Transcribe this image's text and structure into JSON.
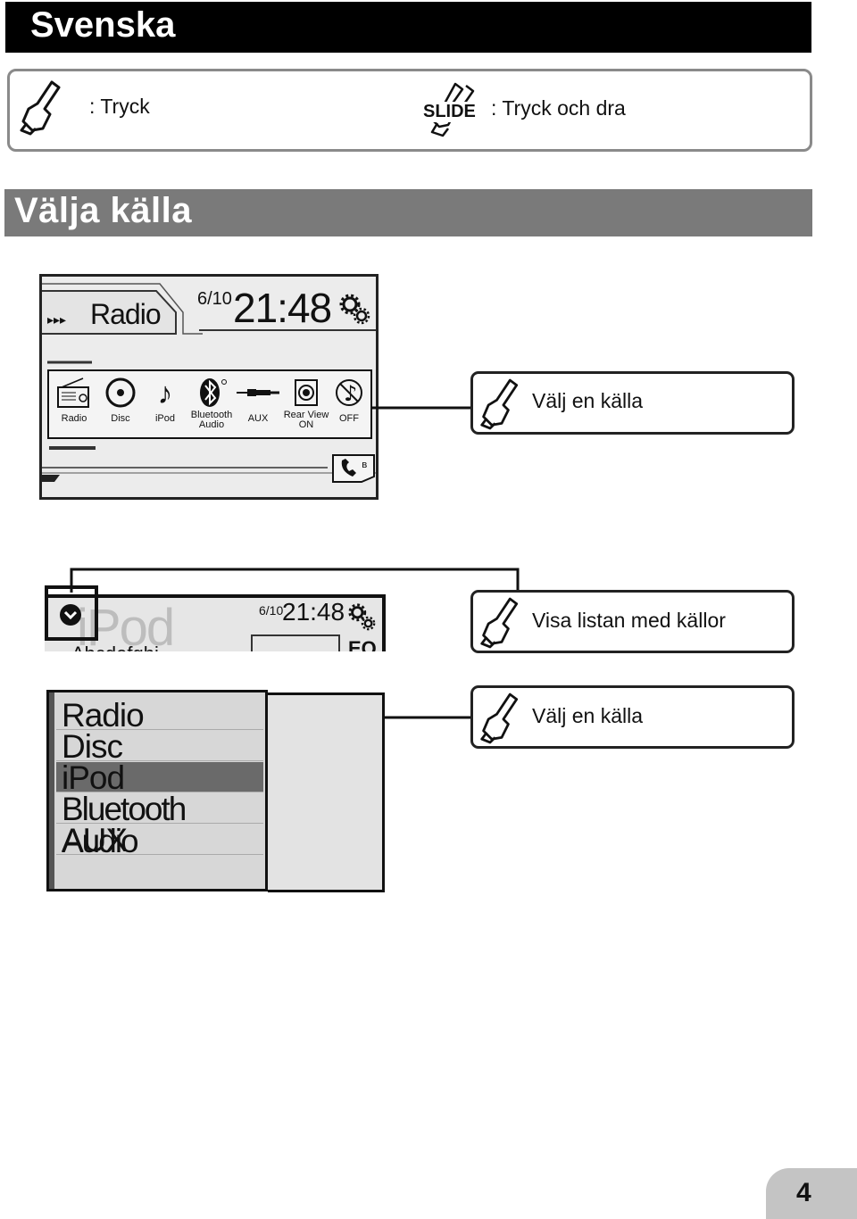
{
  "header": {
    "language": "Svenska"
  },
  "legend": {
    "tap_label": ": Tryck",
    "slide_label": ": Tryck och dra",
    "slide_icon_text": "SLIDE"
  },
  "section": {
    "title": "Välja källa"
  },
  "screen1": {
    "source": "Radio",
    "date": "6/10",
    "time": "21:48",
    "sources": [
      {
        "label": "Radio",
        "icon": "radio-icon"
      },
      {
        "label": "Disc",
        "icon": "disc-icon"
      },
      {
        "label": "iPod",
        "icon": "music-note-icon"
      },
      {
        "label": "Bluetooth Audio",
        "line1": "Bluetooth",
        "line2": "Audio",
        "icon": "bluetooth-icon"
      },
      {
        "label": "AUX",
        "icon": "aux-cable-icon"
      },
      {
        "label": "Rear View ON",
        "line1": "Rear View",
        "line2": "ON",
        "icon": "rear-view-icon"
      },
      {
        "label": "OFF",
        "icon": "off-icon"
      }
    ]
  },
  "screen2": {
    "source": "iPod",
    "date": "6/10",
    "time": "21:48",
    "partial_text": "Abcdefghi",
    "eq": "EQ"
  },
  "callouts": {
    "step1": "Välj en källa",
    "step2": "Visa listan med källor",
    "step3": "Välj en källa"
  },
  "source_list": {
    "items": [
      "Radio",
      "Disc",
      "iPod",
      "Bluetooth Audio",
      "AUX"
    ],
    "selected": "iPod"
  },
  "page": {
    "number": "4"
  }
}
